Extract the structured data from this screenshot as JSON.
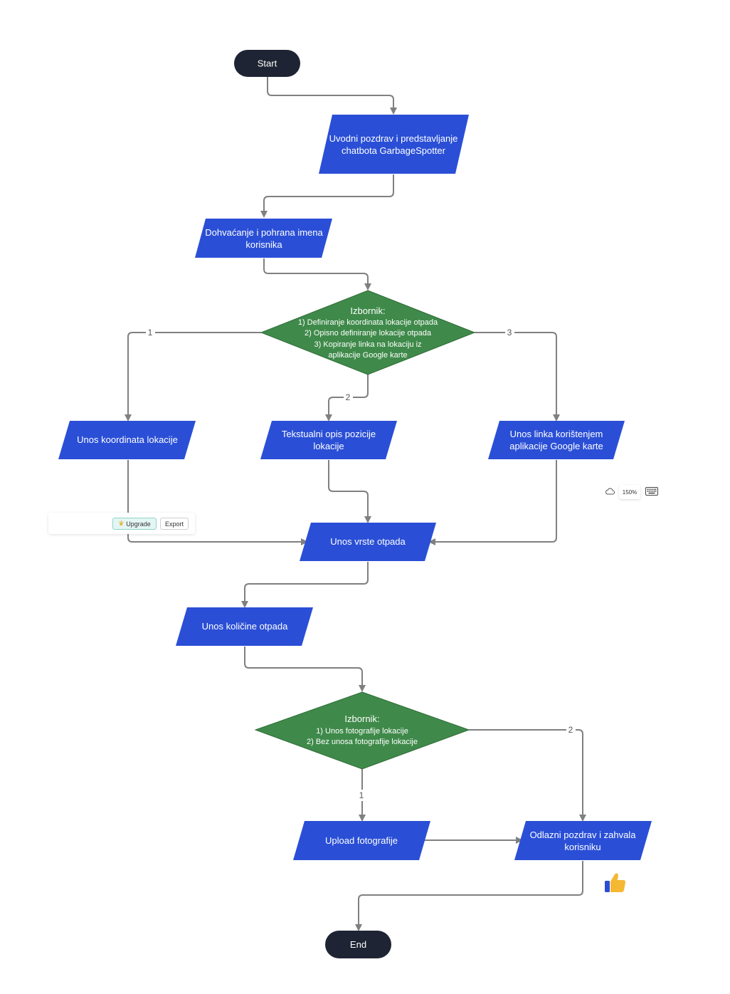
{
  "colors": {
    "process_fill": "#2a4fd6",
    "decision_fill": "#3f8a4a",
    "decision_stroke": "#2e6b36",
    "terminal_fill": "#1e2433",
    "connector": "#808080"
  },
  "nodes": {
    "start": "Start",
    "greeting": [
      "Uvodni pozdrav i predstavljanje",
      "chatbota GarbageSpotter"
    ],
    "get_name": [
      "Dohvaćanje i pohrana imena",
      "korisnika"
    ],
    "menu1": [
      "Izbornik:",
      "1) Definiranje koordinata lokacije otpada",
      "2) Opisno definiranje lokacije otpada",
      "3) Kopiranje linka na lokaciju iz",
      "aplikacije Google karte"
    ],
    "coords": [
      "Unos koordinata lokacije"
    ],
    "text_desc": [
      "Tekstualni opis pozicije",
      "lokacije"
    ],
    "link": [
      "Unos linka korištenjem",
      "aplikacije Google karte"
    ],
    "waste_type": [
      "Unos vrste otpada"
    ],
    "waste_amount": [
      "Unos količine otpada"
    ],
    "menu2": [
      "Izbornik:",
      "1) Unos fotografije lokacije",
      "2) Bez unosa fotografije lokacije"
    ],
    "upload": [
      "Upload fotografije"
    ],
    "farewell": [
      "Odlazni pozdrav i zahvala",
      "korisniku"
    ],
    "end": "End"
  },
  "edge_labels": {
    "m1_left": "1",
    "m1_bottom": "2",
    "m1_right": "3",
    "m2_bottom": "1",
    "m2_right": "2"
  },
  "toolbar": {
    "upgrade_label": "Upgrade",
    "export_label": "Export",
    "zoom_level": "150%"
  },
  "icons": {
    "crown": "crown-icon",
    "cloud": "cloud-icon",
    "keyboard": "keyboard-icon",
    "thumbs_up": "thumbs-up-icon"
  }
}
